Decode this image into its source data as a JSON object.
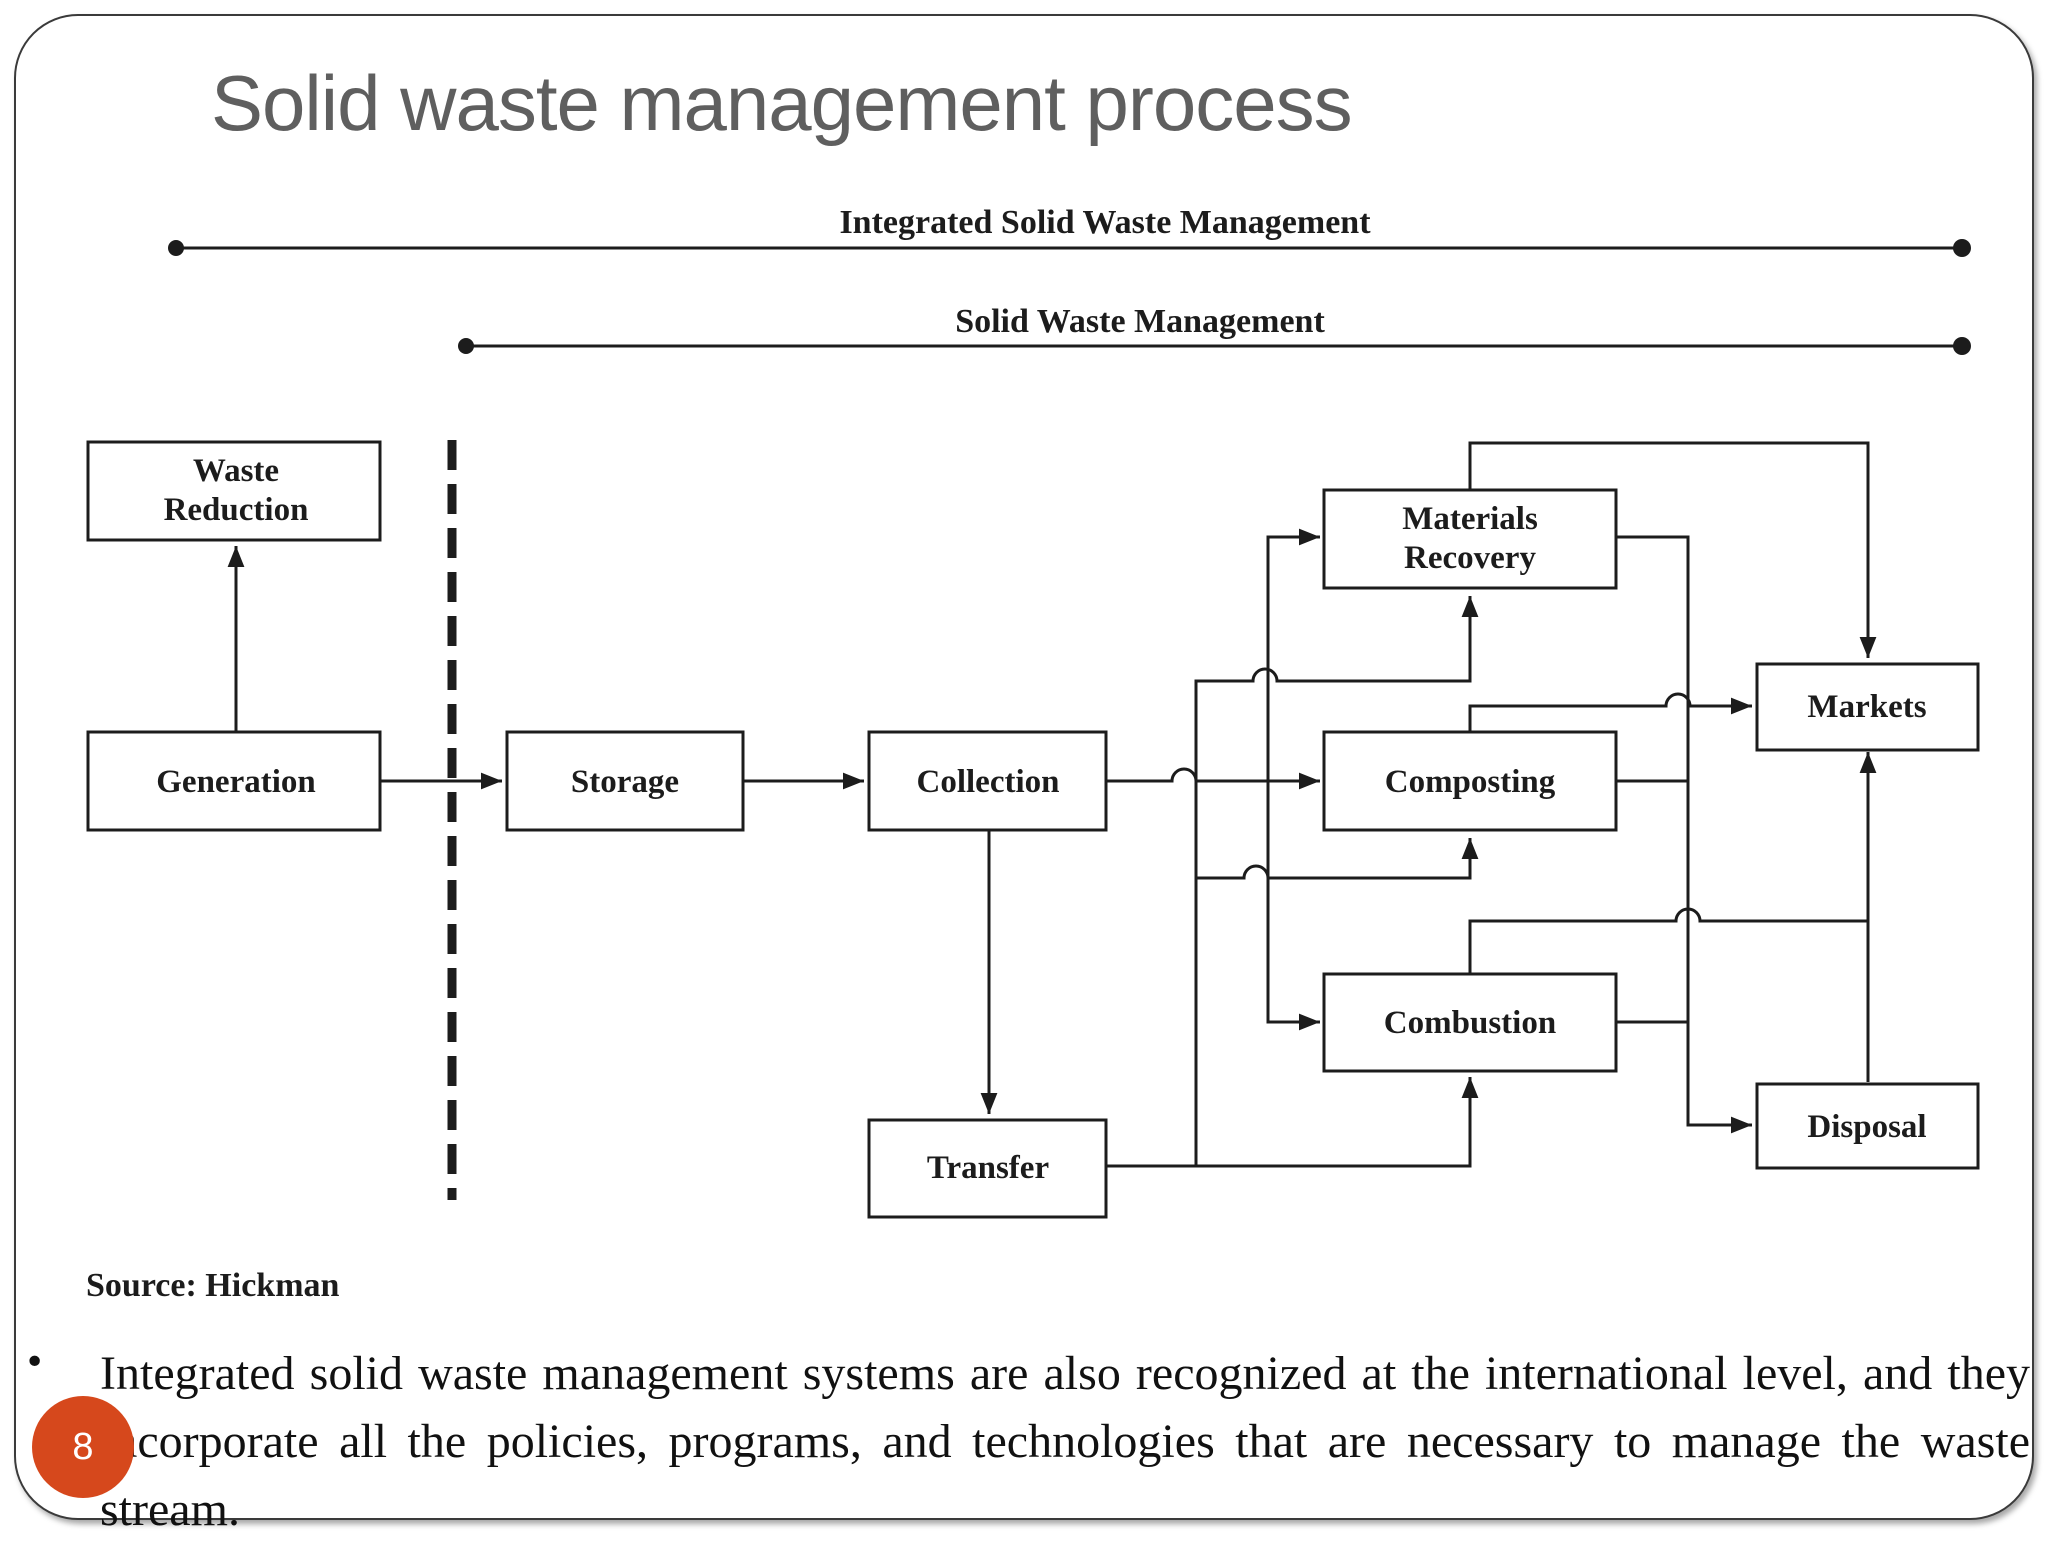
{
  "slide": {
    "title": "Solid waste management process",
    "page_number": "8",
    "bullet": "Integrated solid waste management systems are also recognized at the international level, and they incorporate all the policies, programs, and technologies that are necessary to manage the waste stream."
  },
  "diagram": {
    "span_integrated": "Integrated Solid Waste Management",
    "span_swm": "Solid Waste Management",
    "source": "Source: Hickman",
    "nodes": {
      "waste_reduction_1": "Waste",
      "waste_reduction_2": "Reduction",
      "generation": "Generation",
      "storage": "Storage",
      "collection": "Collection",
      "transfer": "Transfer",
      "materials_recovery_1": "Materials",
      "materials_recovery_2": "Recovery",
      "composting": "Composting",
      "combustion": "Combustion",
      "markets": "Markets",
      "disposal": "Disposal"
    }
  }
}
